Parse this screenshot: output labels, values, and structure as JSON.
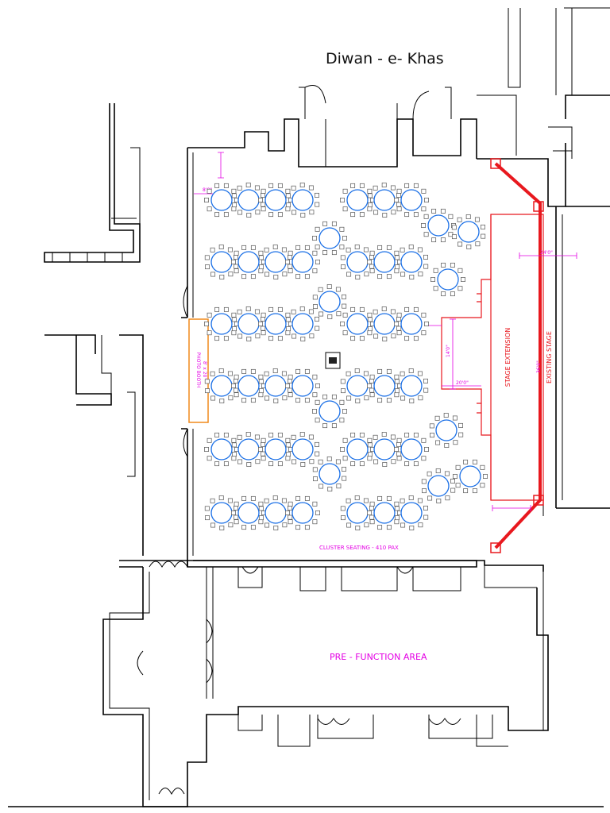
{
  "title": "Diwan - e- Khas",
  "labels": {
    "cluster_seating": "CLUSTER SEATING - 410 PAX",
    "pre_function": "PRE - FUNCTION AREA",
    "stage_extension": "STAGE EXTENSION",
    "existing_stage": "EXISTING STAGE",
    "photobooth": "PHOTO BOOTH",
    "photobooth_size": "8' x 20'",
    "dim_stage_width": "14'0\"",
    "dim_stage_depth": "20'0\"",
    "dim_top": "8'0\"",
    "dim_right": "24'0\"",
    "dim_mid": "36'0\""
  },
  "colors": {
    "walls": "#000000",
    "tables": "#1a6fe6",
    "stage": "#e8181e",
    "dimensions": "#e400e4",
    "photobooth": "#f08a1c"
  },
  "icons": {
    "console": "mixer-console-icon"
  }
}
